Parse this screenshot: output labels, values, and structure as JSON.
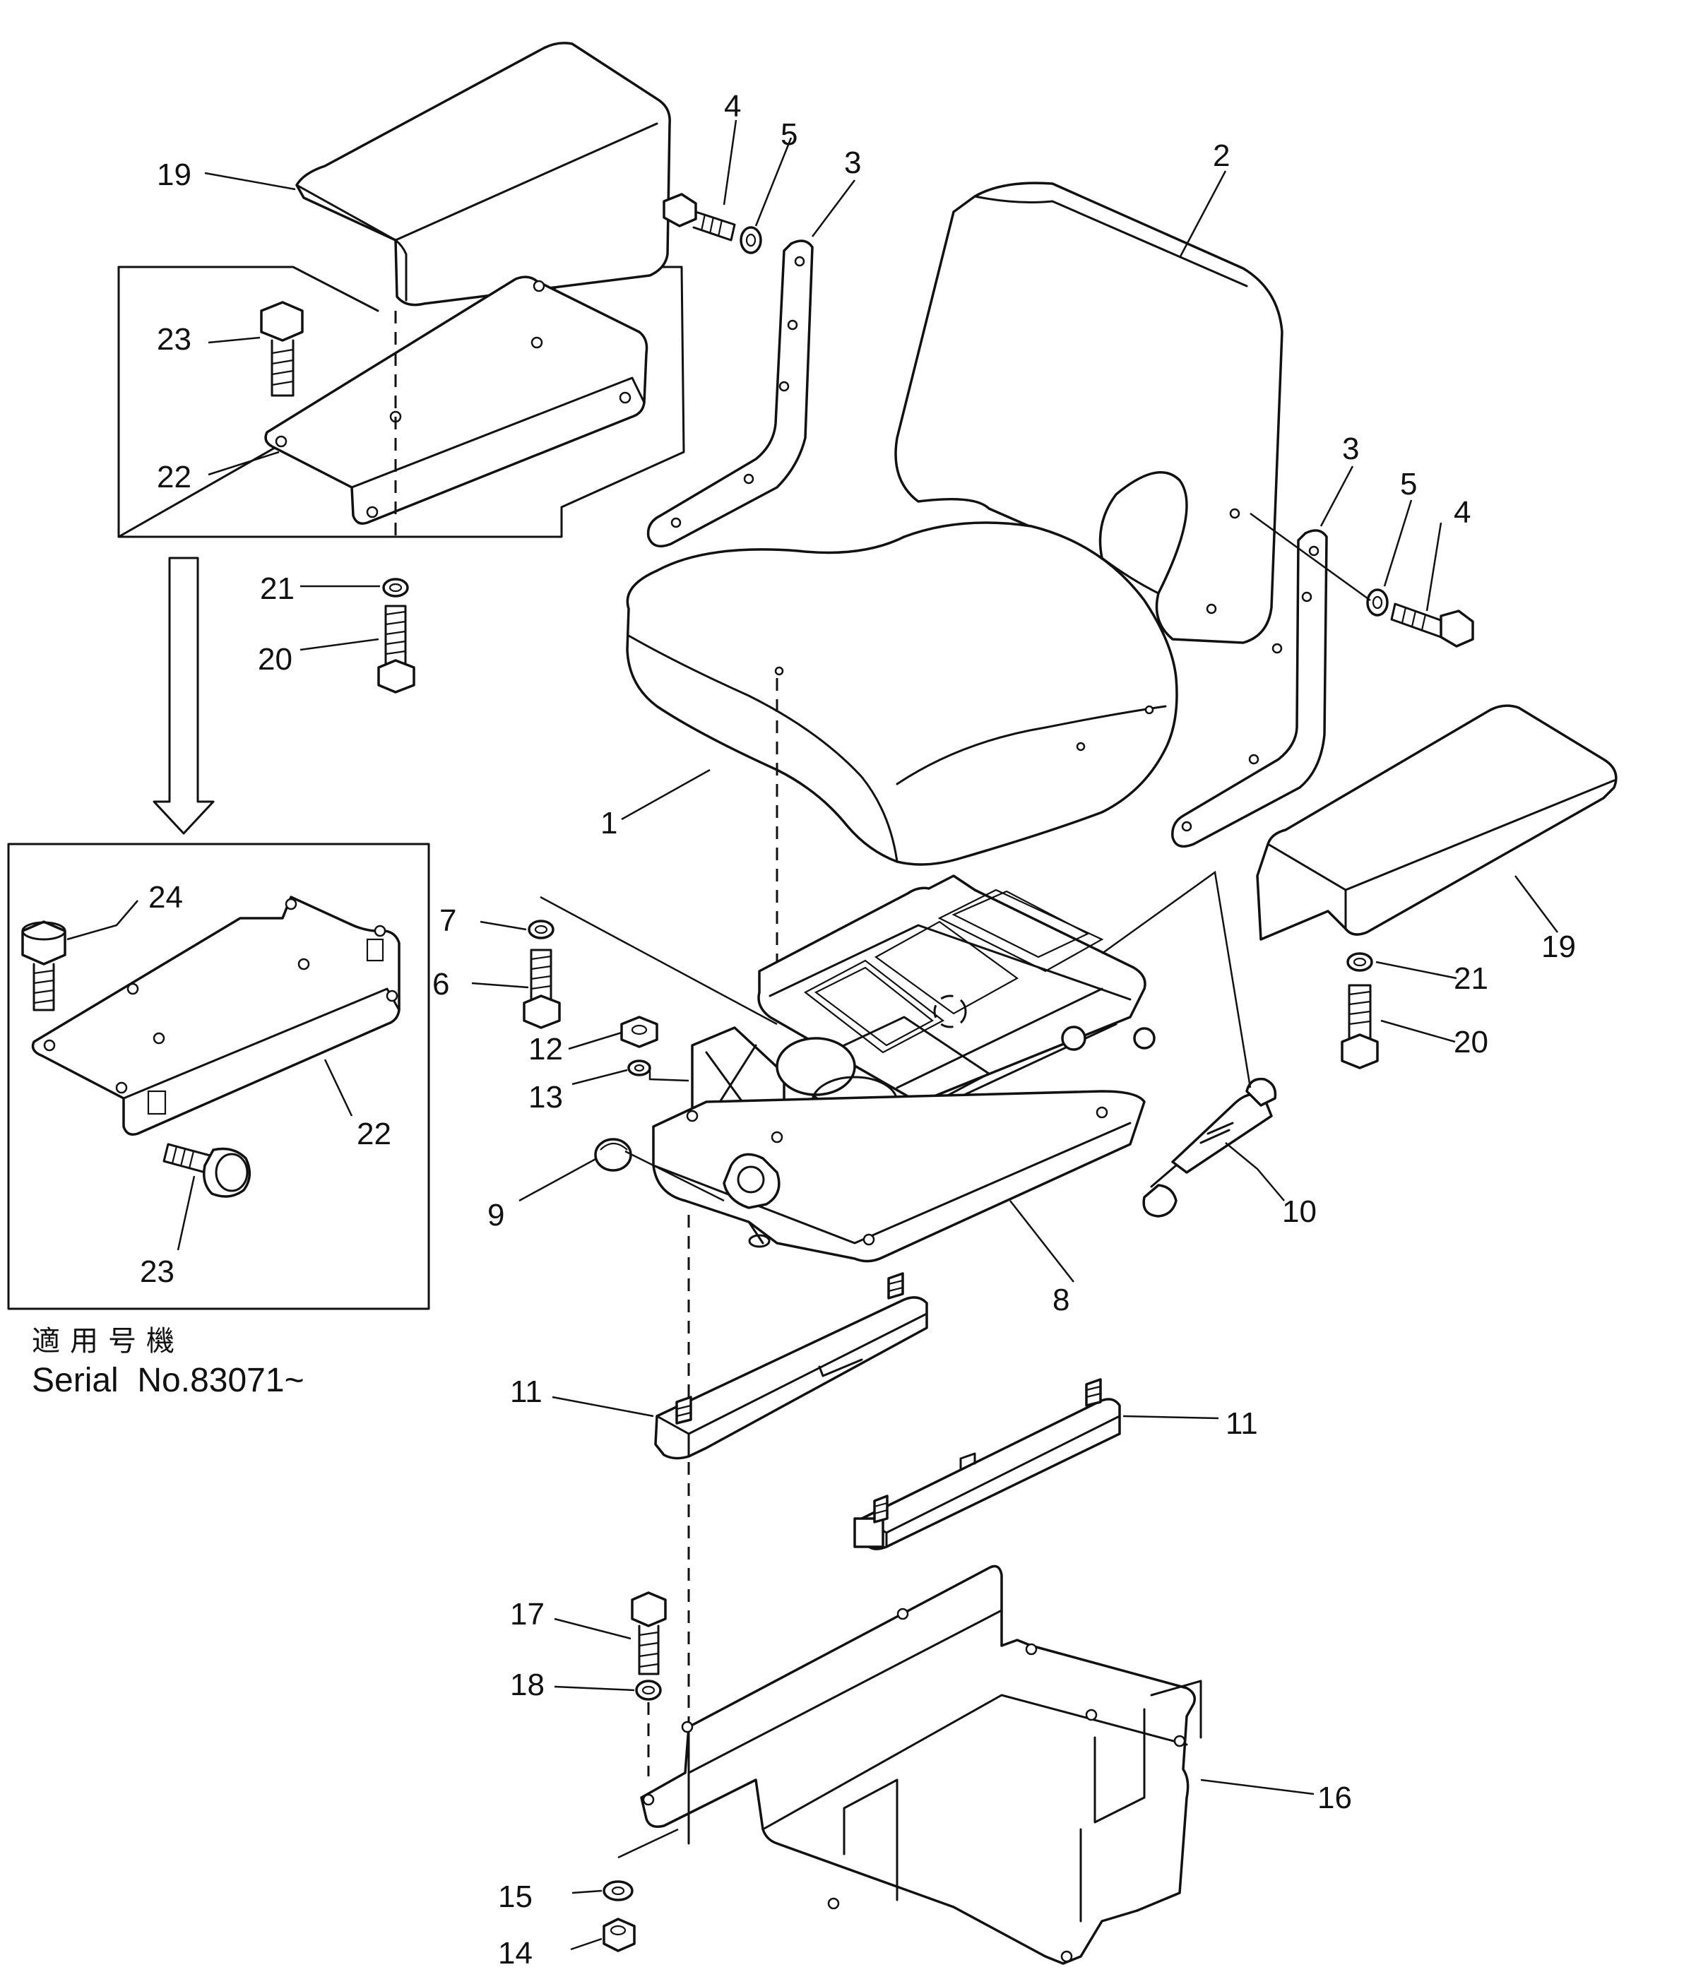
{
  "diagram": {
    "labels": {
      "p1": "1",
      "p2": "2",
      "p3a": "3",
      "p3b": "3",
      "p4a": "4",
      "p4b": "4",
      "p5a": "5",
      "p5b": "5",
      "p6": "6",
      "p7": "7",
      "p8": "8",
      "p9": "9",
      "p10": "10",
      "p11a": "11",
      "p11b": "11",
      "p12": "12",
      "p13": "13",
      "p14": "14",
      "p15": "15",
      "p16": "16",
      "p17": "17",
      "p18": "18",
      "p19a": "19",
      "p19b": "19",
      "p20a": "20",
      "p20b": "20",
      "p21a": "21",
      "p21b": "21",
      "p22a": "22",
      "p22b": "22",
      "p23a": "23",
      "p23b": "23",
      "p24": "24"
    },
    "note": {
      "applicable_jp": "適用号機",
      "serial": "Serial  No.83071~"
    }
  }
}
